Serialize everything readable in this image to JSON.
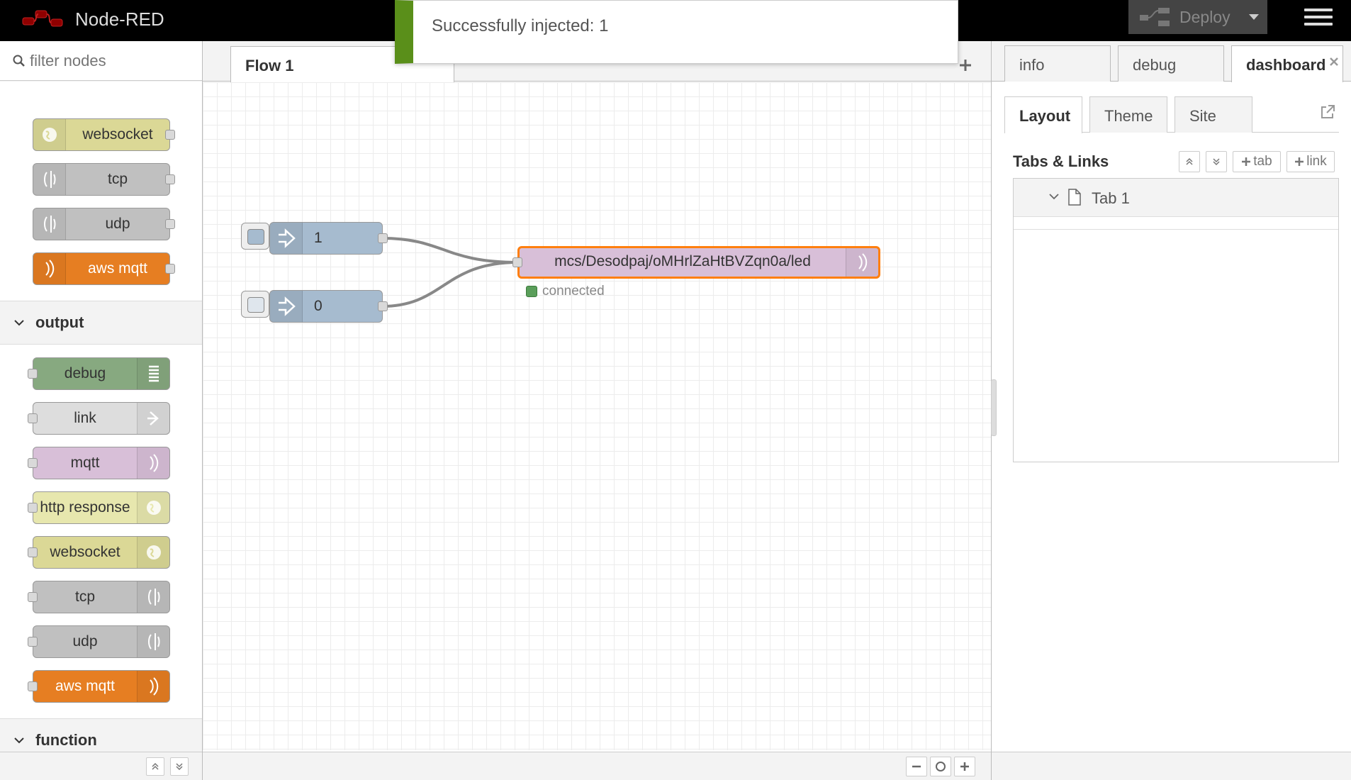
{
  "app": {
    "title": "Node-RED"
  },
  "header": {
    "deploy_label": "Deploy"
  },
  "notification": {
    "message": "Successfully injected: 1"
  },
  "palette": {
    "search_placeholder": "filter nodes",
    "input_nodes": [
      {
        "label": "websocket",
        "color": "#dbd896",
        "icon": "globe-icon"
      },
      {
        "label": "tcp",
        "color": "#c0c0c0",
        "icon": "bridge-icon"
      },
      {
        "label": "udp",
        "color": "#c0c0c0",
        "icon": "bridge-icon"
      },
      {
        "label": "aws mqtt",
        "color": "#e67e22",
        "icon": "signal-icon"
      }
    ],
    "output_category": "output",
    "output_nodes": [
      {
        "label": "debug",
        "color": "#87a980",
        "icon": "list-icon"
      },
      {
        "label": "link",
        "color": "#dddddd",
        "icon": "link-out-icon"
      },
      {
        "label": "mqtt",
        "color": "#d8bfd8",
        "icon": "signal-icon"
      },
      {
        "label": "http response",
        "color": "#e7e7ae",
        "icon": "globe-icon"
      },
      {
        "label": "websocket",
        "color": "#dbd896",
        "icon": "globe-icon"
      },
      {
        "label": "tcp",
        "color": "#c0c0c0",
        "icon": "bridge-icon"
      },
      {
        "label": "udp",
        "color": "#c0c0c0",
        "icon": "bridge-icon"
      },
      {
        "label": "aws mqtt",
        "color": "#e67e22",
        "icon": "signal-icon"
      }
    ],
    "function_category": "function"
  },
  "workspace": {
    "tab_label": "Flow 1",
    "nodes": {
      "inject1": {
        "label": "1",
        "color": "#a6bbcf"
      },
      "inject2": {
        "label": "0",
        "color": "#a6bbcf"
      },
      "mqtt_out": {
        "label": "mcs/Desodpaj/oMHrlZaHtBVZqn0a/led",
        "color": "#d8bfd8",
        "status": "connected"
      }
    }
  },
  "sidebar": {
    "tabs": [
      "info",
      "debug",
      "dashboard"
    ],
    "active_tab": "dashboard",
    "sub_tabs": [
      "Layout",
      "Theme",
      "Site"
    ],
    "section_title": "Tabs & Links",
    "add_tab_label": "tab",
    "add_link_label": "link",
    "tree": [
      {
        "label": "Tab 1"
      }
    ]
  },
  "colors": {
    "accent_selected": "#ff7f0e",
    "notification_bar": "#5a8f1a"
  }
}
